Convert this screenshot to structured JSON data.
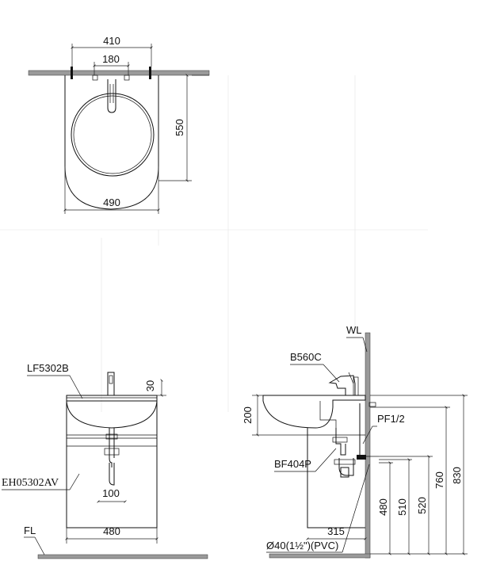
{
  "top_view": {
    "dim_410": "410",
    "dim_180": "180",
    "dim_550": "550",
    "dim_490": "490"
  },
  "front_view": {
    "basin_model": "LF5302B",
    "cabinet_model": "EH05302AV",
    "dim_30": "30",
    "dim_200": "200",
    "dim_100": "100",
    "dim_480": "480",
    "floor_label": "FL"
  },
  "side_view": {
    "wall_label": "WL",
    "faucet_model": "B560C",
    "supply_label": "PF1/2",
    "drain_model": "BF404P",
    "pipe_label": "Ø40(1½\")(PVC)",
    "dim_315": "315",
    "dim_480": "480",
    "dim_510": "510",
    "dim_520": "520",
    "dim_760": "760",
    "dim_830": "830"
  }
}
